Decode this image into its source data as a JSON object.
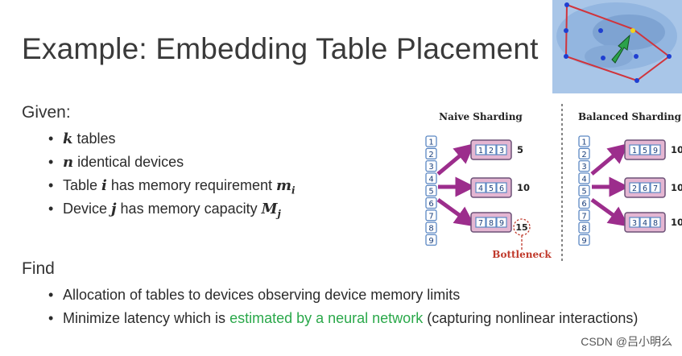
{
  "title": "Example: Embedding Table Placement",
  "given": {
    "heading": "Given:",
    "items": [
      {
        "var": "k",
        "text": " tables"
      },
      {
        "var": "n",
        "text": " identical devices"
      },
      {
        "pre": "Table ",
        "var": "i",
        "mid": " has memory requirement ",
        "var2": "m",
        "sub": "i"
      },
      {
        "pre": "Device ",
        "var": "j",
        "mid": " has memory capacity ",
        "var2": "M",
        "sub": "j"
      }
    ]
  },
  "find": {
    "heading": "Find",
    "items": [
      {
        "text": "Allocation of tables to devices observing device memory limits"
      },
      {
        "pre": "Minimize latency which is ",
        "highlight": "estimated by a neural network",
        "post": " (capturing nonlinear interactions)"
      }
    ]
  },
  "diagram": {
    "naive": {
      "title": "Naive Sharding",
      "tables": [
        "1",
        "2",
        "3",
        "4",
        "5",
        "6",
        "7",
        "8",
        "9"
      ],
      "devices": [
        {
          "cells": [
            "1",
            "2",
            "3"
          ],
          "cost": "5"
        },
        {
          "cells": [
            "4",
            "5",
            "6"
          ],
          "cost": "10"
        },
        {
          "cells": [
            "7",
            "8",
            "9"
          ],
          "cost": "15"
        }
      ],
      "bottleneck": "Bottleneck"
    },
    "balanced": {
      "title": "Balanced Sharding",
      "tables": [
        "1",
        "2",
        "3",
        "4",
        "5",
        "6",
        "7",
        "8",
        "9"
      ],
      "devices": [
        {
          "cells": [
            "1",
            "5",
            "9"
          ],
          "cost": "10"
        },
        {
          "cells": [
            "2",
            "6",
            "7"
          ],
          "cost": "10"
        },
        {
          "cells": [
            "3",
            "4",
            "8"
          ],
          "cost": "10"
        }
      ]
    },
    "colors": {
      "column": "#5b87c3",
      "device": "#e4b6d2",
      "arrow": "#9c2d8c",
      "bottleneck": "#c0392b"
    }
  },
  "watermark": "CSDN @吕小明么"
}
